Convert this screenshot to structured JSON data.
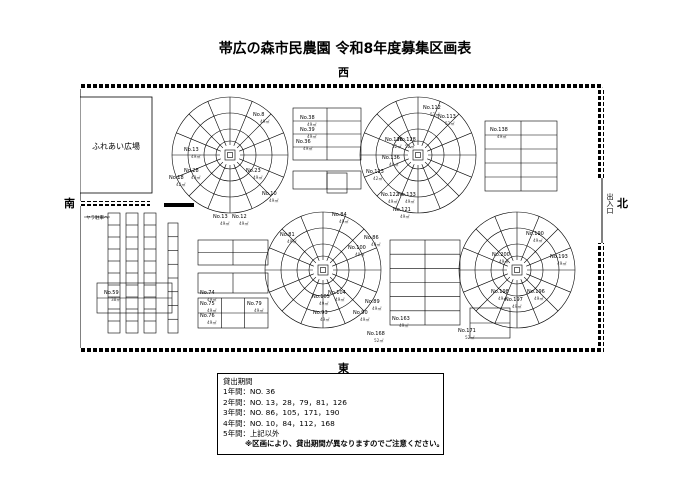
{
  "title": "帯広の森市民農園 令和8年度募集区画表",
  "compass": {
    "west": "西",
    "east": "東",
    "south": "南",
    "north": "北"
  },
  "map": {
    "plaza_label": "ふれあい広場",
    "entrance_label": "出入口",
    "parking_label": "ヤラ駐車へ",
    "plots": [
      {
        "no": "No.8",
        "area": "49㎡"
      },
      {
        "no": "No.13",
        "area": "49㎡"
      },
      {
        "no": "No.28",
        "area": "49㎡"
      },
      {
        "no": "No.23",
        "area": "49㎡"
      },
      {
        "no": "No.10",
        "area": "49㎡"
      },
      {
        "no": "No.13",
        "area": "49㎡"
      },
      {
        "no": "No.12",
        "area": "49㎡"
      },
      {
        "no": "No.18",
        "area": "42㎡"
      },
      {
        "no": "No.38",
        "area": "49㎡"
      },
      {
        "no": "No.39",
        "area": "49㎡"
      },
      {
        "no": "No.36",
        "area": "49㎡"
      },
      {
        "no": "No.112",
        "area": "52㎡"
      },
      {
        "no": "No.113",
        "area": "52㎡"
      },
      {
        "no": "No.126",
        "area": "52㎡"
      },
      {
        "no": "No.128",
        "area": "52㎡"
      },
      {
        "no": "No.136",
        "area": "49㎡"
      },
      {
        "no": "No.123",
        "area": "42㎡"
      },
      {
        "no": "No.122",
        "area": "49㎡"
      },
      {
        "no": "No.133",
        "area": "49㎡"
      },
      {
        "no": "No.121",
        "area": "49㎡"
      },
      {
        "no": "No.138",
        "area": "49㎡"
      },
      {
        "no": "No.84",
        "area": "49㎡"
      },
      {
        "no": "No.81",
        "area": "49㎡"
      },
      {
        "no": "No.86",
        "area": "49㎡"
      },
      {
        "no": "No.100",
        "area": "49㎡"
      },
      {
        "no": "No.104",
        "area": "49㎡"
      },
      {
        "no": "No.105",
        "area": "49㎡"
      },
      {
        "no": "No.89",
        "area": "49㎡"
      },
      {
        "no": "No.90",
        "area": "49㎡"
      },
      {
        "no": "No.93",
        "area": "49㎡"
      },
      {
        "no": "No.190",
        "area": "49㎡"
      },
      {
        "no": "No.200",
        "area": "49㎡"
      },
      {
        "no": "No.193",
        "area": "49㎡"
      },
      {
        "no": "No.198",
        "area": "49㎡"
      },
      {
        "no": "No.197",
        "area": "49㎡"
      },
      {
        "no": "No.196",
        "area": "49㎡"
      },
      {
        "no": "No.59",
        "area": "38㎡"
      },
      {
        "no": "No.74",
        "area": "49㎡"
      },
      {
        "no": "No.75",
        "area": "49㎡"
      },
      {
        "no": "No.79",
        "area": "49㎡"
      },
      {
        "no": "No.76",
        "area": "49㎡"
      },
      {
        "no": "No.163",
        "area": "49㎡"
      },
      {
        "no": "No.168",
        "area": "52㎡"
      },
      {
        "no": "No.171",
        "area": "52㎡"
      }
    ]
  },
  "legend": {
    "heading": "貸出期間",
    "rows": [
      "1年間：NO. 36",
      "2年間：NO. 13，28，79，81，126",
      "3年間：NO. 86，105，171，190",
      "4年間：NO. 10，84，112，168",
      "5年間：上記以外"
    ],
    "note": "※区画により、貸出期間が異なりますのでご注意ください。"
  }
}
